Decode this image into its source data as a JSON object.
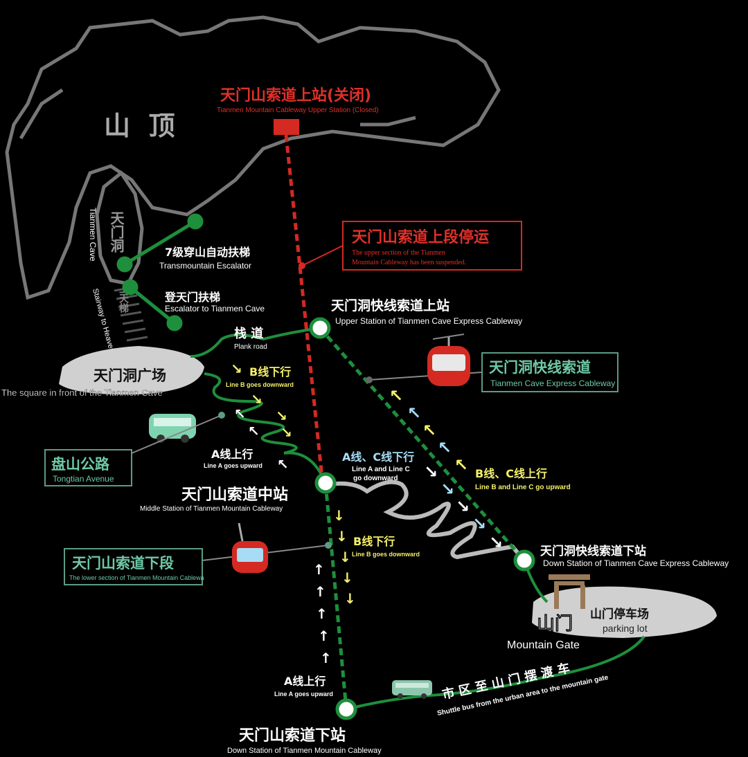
{
  "colors": {
    "green": "#1e8f3c",
    "red": "#d42a22",
    "white": "#ffffff",
    "yellow": "#f4f06a",
    "lightblue": "#a8dcf5",
    "gray": "#c9c9c9",
    "teal": "#6ec9a6"
  },
  "summit": {
    "label": "山  顶"
  },
  "upper_station": {
    "cn": "天门山索道上站(关闭)",
    "en": "Tianmen Mountain Cableway Upper Station (Closed)"
  },
  "suspended": {
    "cn": "天门山索道上段停运",
    "en1": "The upper section of the Tianmen",
    "en2": "Mountain Cableway has been suspended."
  },
  "tianmen_cave": {
    "cn": "天门洞",
    "en": "Tianmen Cave"
  },
  "stairway": {
    "cn": "上天梯",
    "en": "Stairway to Heaven"
  },
  "escalator_7": {
    "cn": "7级穿山自动扶梯",
    "en": "Transmountain Escalator"
  },
  "escalator_cave": {
    "cn": "登天门扶梯",
    "en": "Escalator to Tianmen Cave"
  },
  "plank_road": {
    "cn": "栈 道",
    "en": "Plank road"
  },
  "square": {
    "cn": "天门洞广场",
    "en": "The square in front of the Tianmen Cave"
  },
  "express_upper": {
    "cn": "天门洞快线索道上站",
    "en": "Upper Station of Tianmen Cave Express Cableway"
  },
  "express_cableway": {
    "cn": "天门洞快线索道",
    "en": "Tianmen Cave Express Cableway"
  },
  "line_b_down_top": {
    "cn": "B线下行",
    "en": "Line B goes downward"
  },
  "line_a_up_top": {
    "cn": "A线上行",
    "en": "Line A goes upward"
  },
  "panshan": {
    "cn": "盘山公路",
    "en": "Tongtian Avenue"
  },
  "middle_station": {
    "cn": "天门山索道中站",
    "en": "Middle Station of Tianmen Mountain Cableway"
  },
  "line_ac_down": {
    "cn": "A线、C线下行",
    "en1": "Line A and Line C",
    "en2": "go downward"
  },
  "line_bc_up": {
    "cn": "B线、C线上行",
    "en": "Line B and Line C go upward"
  },
  "line_b_down_bottom": {
    "cn": "B线下行",
    "en": "Line B goes downward"
  },
  "lower_section": {
    "cn": "天门山索道下段",
    "en": "The lower section of Tianmen Mountain Cablewa"
  },
  "express_lower": {
    "cn": "天门洞快线索道下站",
    "en": "Down Station of Tianmen Cave Express Cableway"
  },
  "mountain_gate": {
    "cn": "山门",
    "en": "Mountain Gate"
  },
  "parking": {
    "cn": "山门停车场",
    "en": "parking lot"
  },
  "line_a_up_bottom": {
    "cn": "A线上行",
    "en": "Line A goes upward"
  },
  "shuttle": {
    "cn": "市 区 至 山 门 摆 渡 车",
    "en": "Shuttle bus from the urban area to the mountain gate"
  },
  "lower_station": {
    "cn": "天门山索道下站",
    "en": "Down Station of Tianmen Mountain Cableway"
  }
}
